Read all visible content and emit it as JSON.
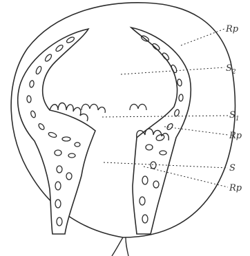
{
  "figure": {
    "labels": [
      {
        "id": "rp-top",
        "text": "Rp"
      },
      {
        "id": "s2",
        "text": "S",
        "subscript": "2"
      },
      {
        "id": "s1",
        "text": "S",
        "subscript": "1"
      },
      {
        "id": "rp-mid",
        "text": "Rp"
      },
      {
        "id": "s",
        "text": "S"
      },
      {
        "id": "rp-bottom",
        "text": "Rp"
      }
    ]
  },
  "colors": {
    "ink": "#2b2b2b",
    "paper": "#ffffff"
  }
}
